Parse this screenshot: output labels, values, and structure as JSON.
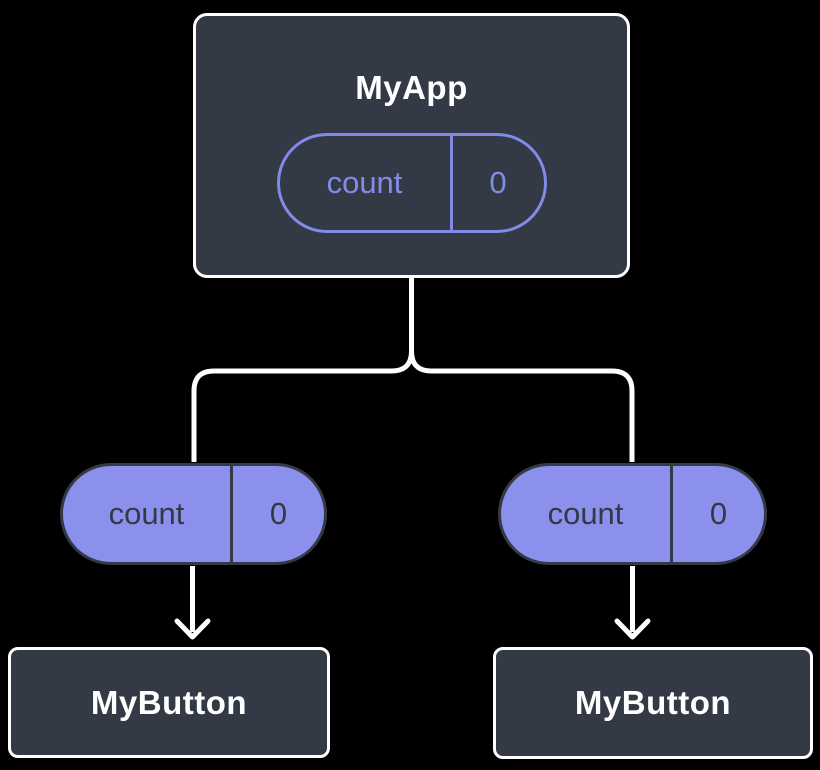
{
  "background_color": "#000000",
  "colors": {
    "node_fill": "#333A46",
    "node_border": "#FFFFFF",
    "accent_purple": "#828BE8",
    "pill_fill": "#8A90EC",
    "pill_dark_text": "#333A46",
    "connector_line": "#FFFFFF"
  },
  "tree": {
    "parent": {
      "label": "MyApp",
      "state": {
        "name": "count",
        "value": "0"
      }
    },
    "children": [
      {
        "label": "MyButton",
        "prop": {
          "name": "count",
          "value": "0"
        }
      },
      {
        "label": "MyButton",
        "prop": {
          "name": "count",
          "value": "0"
        }
      }
    ]
  }
}
